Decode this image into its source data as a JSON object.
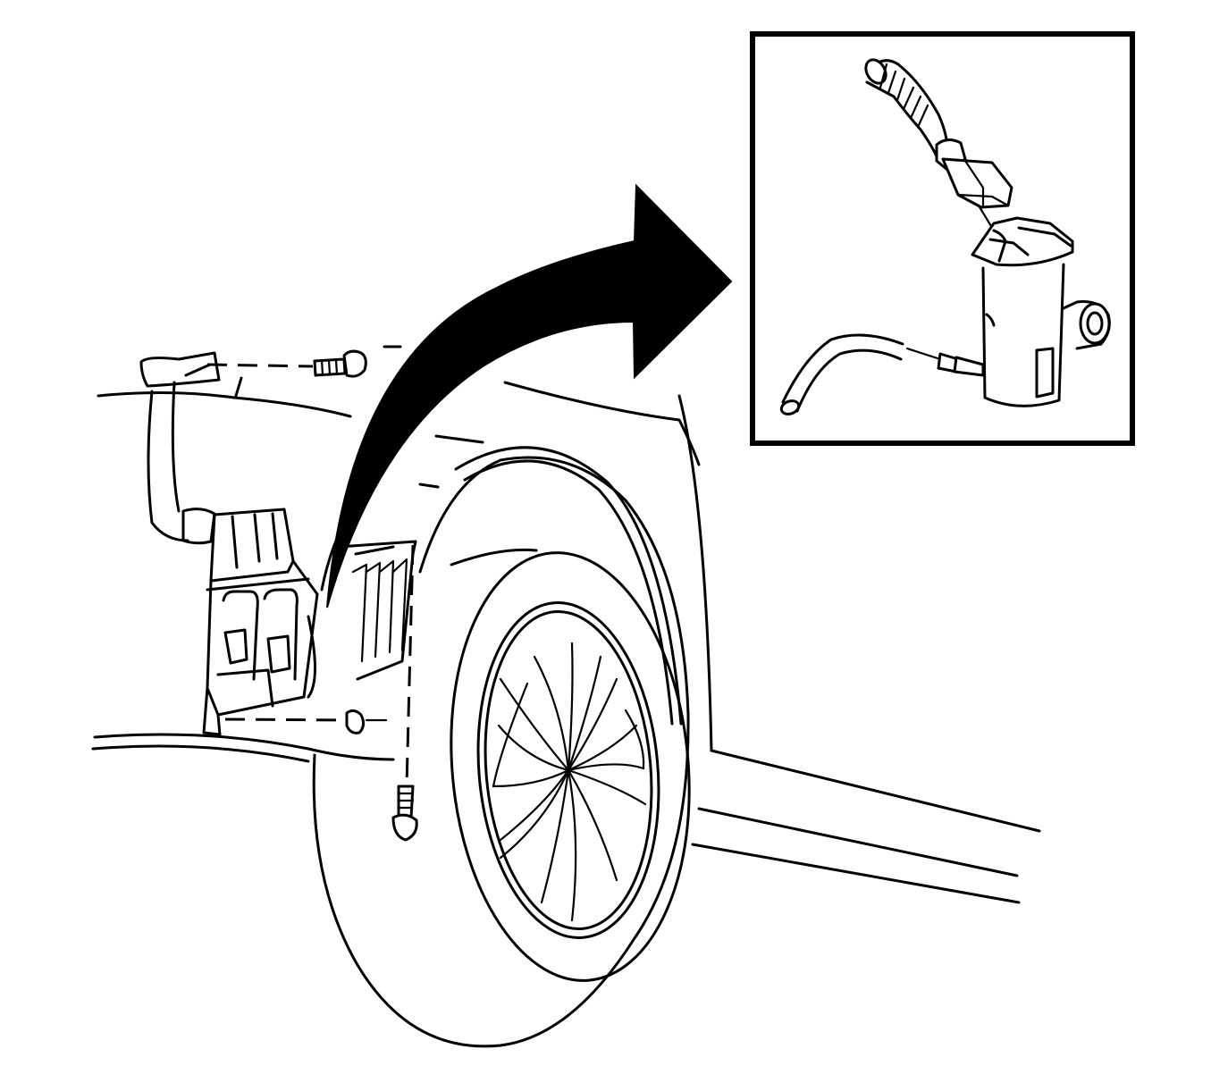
{
  "diagram": {
    "colors": {
      "line": "#000000",
      "background": "#ffffff"
    },
    "parts": [
      "washer-reservoir",
      "reservoir-bolt",
      "reservoir-nut",
      "reservoir-lower-bolt",
      "front-wheel",
      "wheel-cover",
      "washer-pump",
      "pump-electrical-connector",
      "pump-washer-hose",
      "callout-arrow",
      "detail-inset"
    ]
  }
}
